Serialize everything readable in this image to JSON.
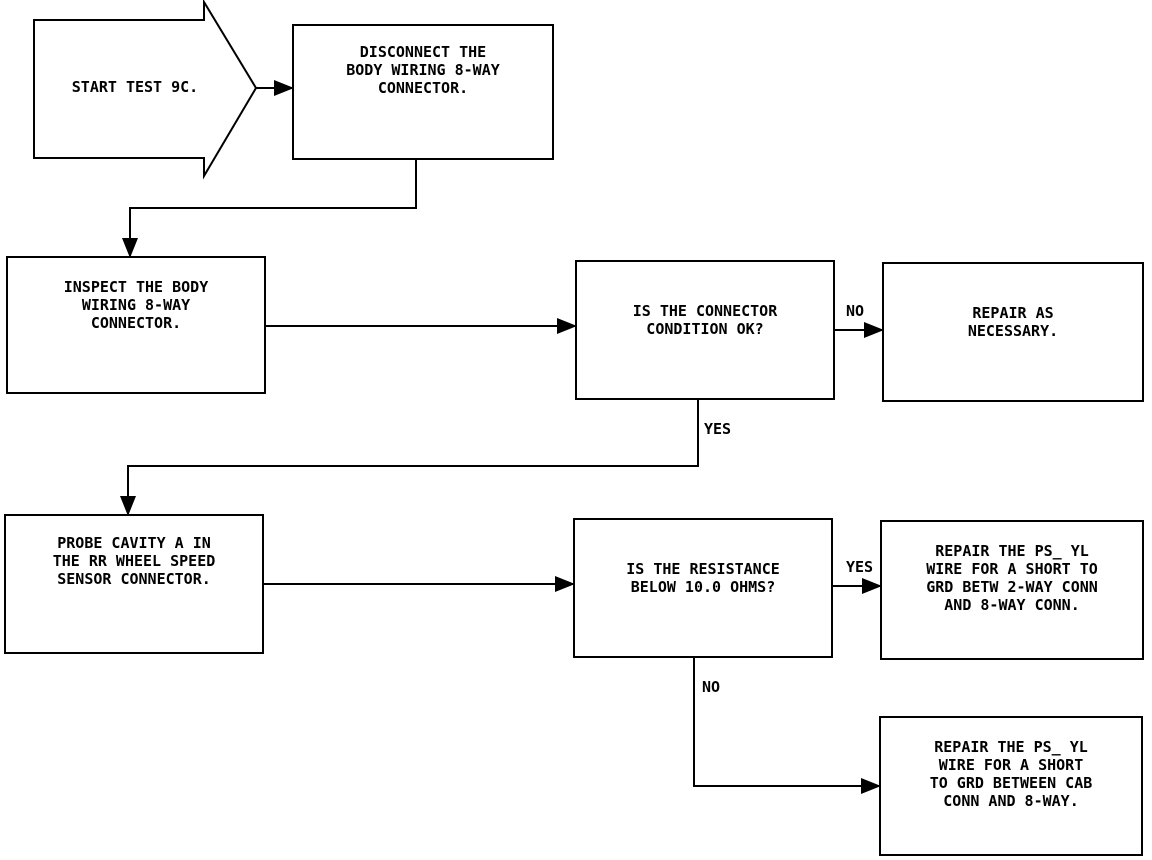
{
  "start": {
    "text": "START TEST 9C."
  },
  "steps": {
    "disconnect": [
      "DISCONNECT THE",
      "BODY WIRING 8-WAY",
      "CONNECTOR."
    ],
    "inspect": [
      "INSPECT THE BODY",
      "WIRING 8-WAY",
      "CONNECTOR."
    ],
    "condition_ok": [
      "IS THE CONNECTOR",
      "CONDITION OK?"
    ],
    "repair_necessary": [
      "REPAIR AS",
      "NECESSARY."
    ],
    "probe": [
      "PROBE CAVITY A IN",
      "THE RR WHEEL SPEED",
      "SENSOR CONNECTOR."
    ],
    "resistance": [
      "IS THE RESISTANCE",
      "BELOW 10.0 OHMS?"
    ],
    "repair_short_2way": [
      "REPAIR THE PS_ YL",
      "WIRE FOR A SHORT TO",
      "GRD BETW 2-WAY CONN",
      "AND 8-WAY CONN."
    ],
    "repair_short_cab": [
      "REPAIR THE PS_ YL",
      "WIRE FOR A SHORT",
      "TO GRD BETWEEN CAB",
      "CONN AND 8-WAY."
    ]
  },
  "labels": {
    "condition_no": "NO",
    "condition_yes": "YES",
    "resistance_yes": "YES",
    "resistance_no": "NO"
  }
}
